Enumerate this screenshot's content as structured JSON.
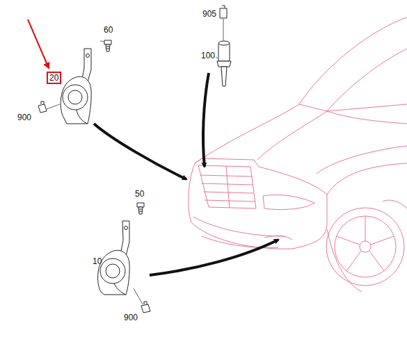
{
  "diagram": {
    "nodes": [
      {
        "text": [
          "20"
        ]
      }
    ],
    "labels": [
      "60",
      "900",
      "905",
      "100",
      "50",
      "10",
      "900"
    ]
  }
}
